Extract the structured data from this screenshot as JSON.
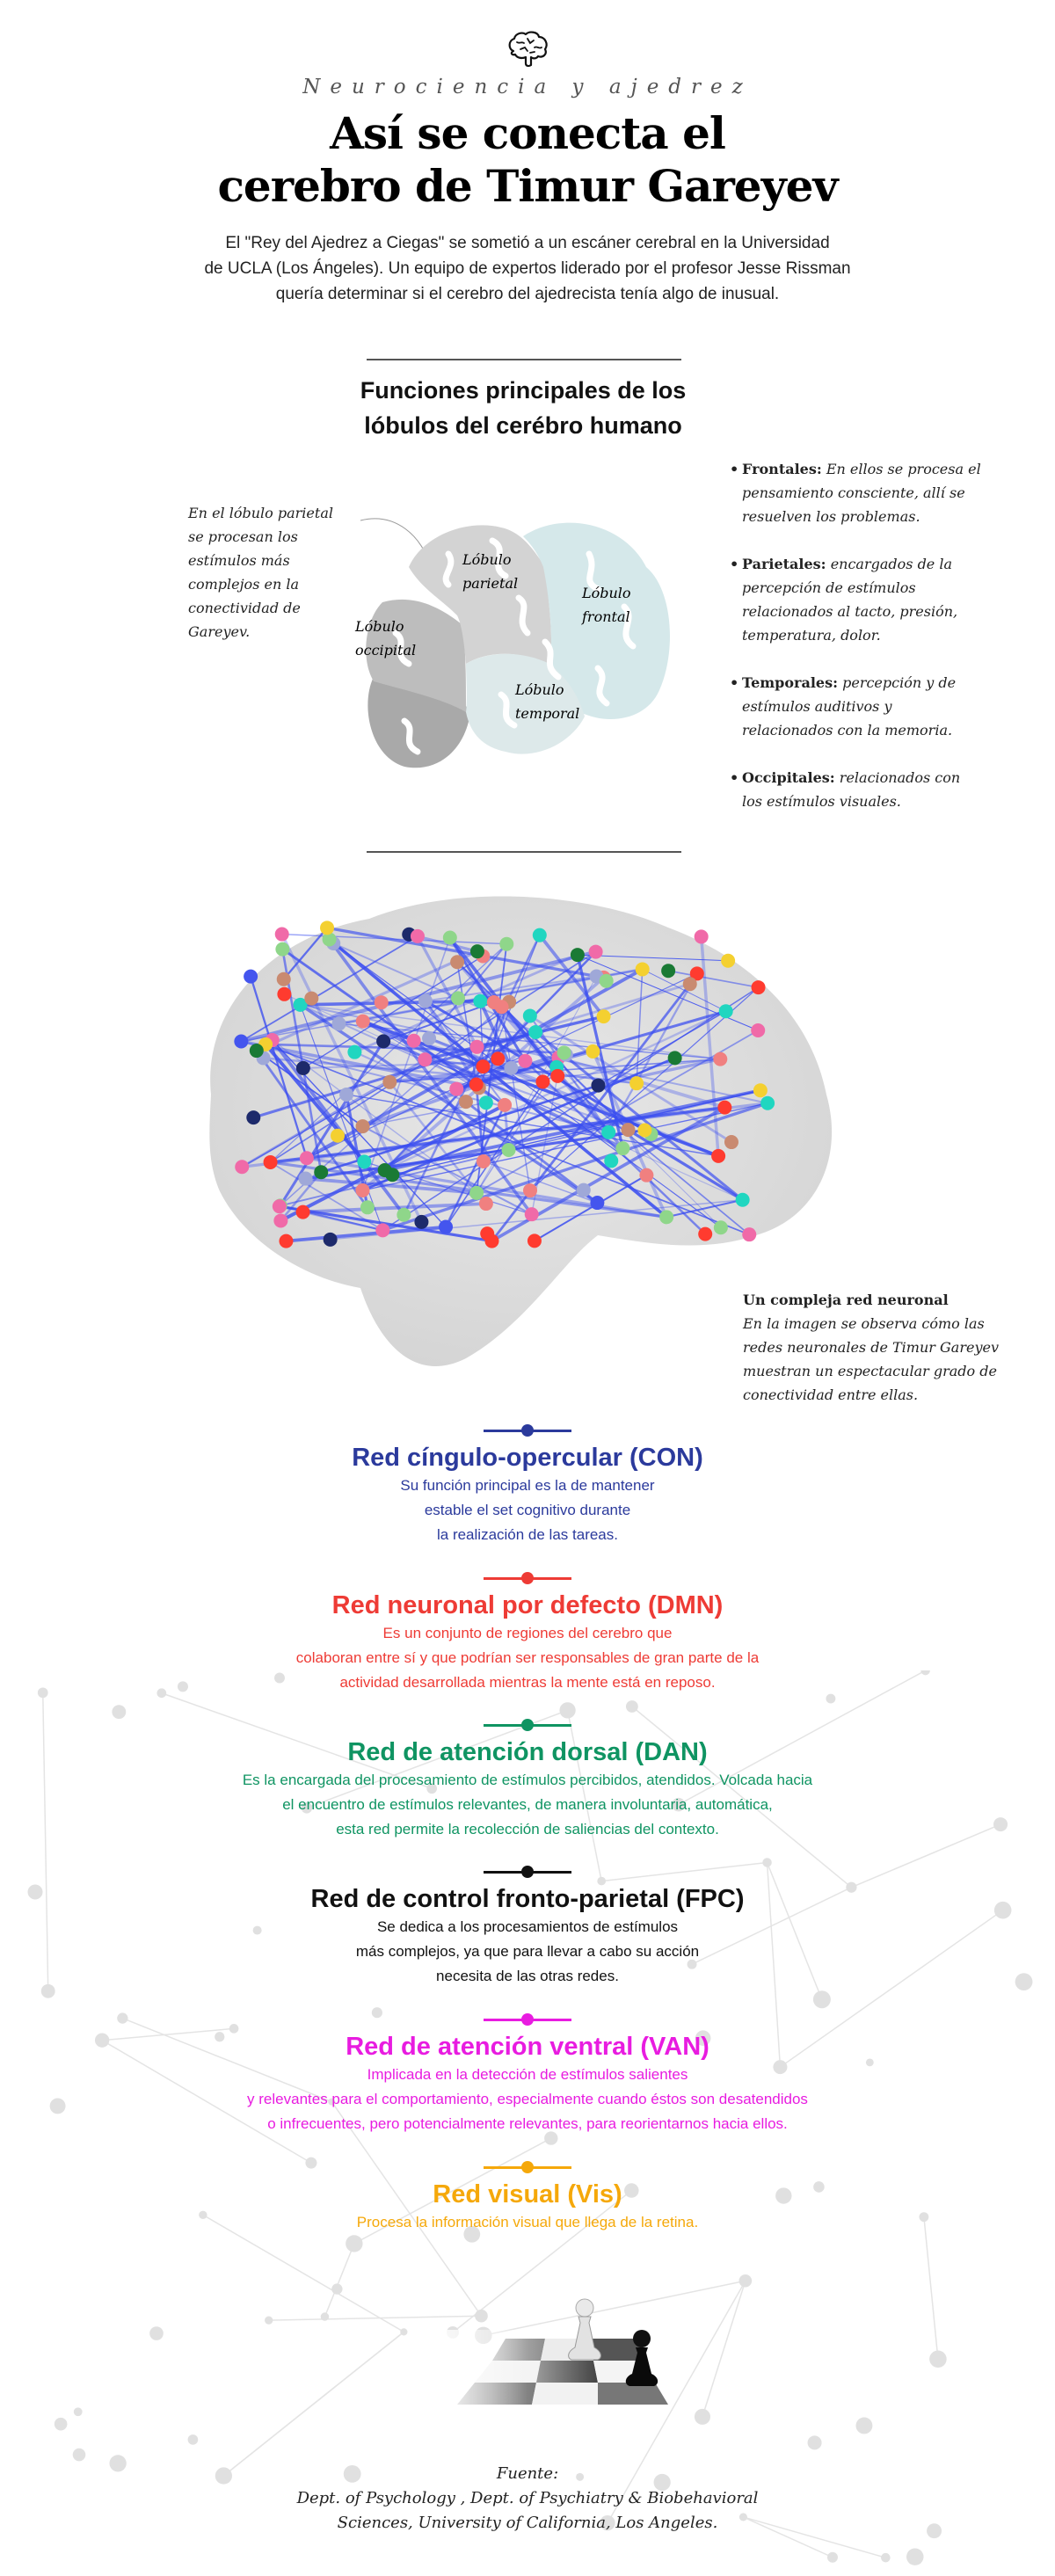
{
  "header": {
    "icon": "brain-icon",
    "kicker": "Neurociencia y ajedrez",
    "title_line1": "Así se conecta el",
    "title_line2": "cerebro de Timur Gareyev",
    "intro_line1": "El \"Rey del Ajedrez a Ciegas\" se sometió a un escáner cerebral en la Universidad",
    "intro_line2": "de UCLA (Los Ángeles). Un equipo de expertos liderado por el profesor Jesse Rissman",
    "intro_line3": "quería determinar si el cerebro del ajedrecista tenía algo de inusual."
  },
  "lobes_section": {
    "title_line1": "Funciones principales de los",
    "title_line2": "lóbulos del cerébro humano",
    "side_note": [
      "En el lóbulo parietal",
      "se procesan los",
      "estímulos más",
      "complejos en la",
      "conectividad de",
      "Gareyev."
    ],
    "diagram_labels": {
      "parietal": [
        "Lóbulo",
        "parietal"
      ],
      "frontal": [
        "Lóbulo",
        "frontal"
      ],
      "occipital": [
        "Lóbulo",
        "occipital"
      ],
      "temporal": [
        "Lóbulo",
        "temporal"
      ]
    },
    "diagram_colors": {
      "parietal": "#d3d3d3",
      "frontal": "#d5e8ea",
      "occipital": "#bdbdbd",
      "temporal": "#dde9ea",
      "cerebellum": "#a9a9a9"
    },
    "functions": [
      {
        "name": "Frontales:",
        "text": "En ellos se procesa el pensamiento consciente, allí se resuelven los problemas."
      },
      {
        "name": "Parietales:",
        "text": "encargados de la percepción de estímulos relacionados al tacto, presión, temperatura, dolor."
      },
      {
        "name": "Temporales:",
        "text": "percepción y de estímulos auditivos y relacionados con la memoria."
      },
      {
        "name": "Occipitales:",
        "text": "relacionados con los estímulos visuales."
      }
    ]
  },
  "network_image": {
    "caption_title": "Un compleja red neuronal",
    "caption_text": "En la imagen se observa cómo las redes neuronales de Timur Gareyev muestran un espectacular grado de conectividad entre ellas."
  },
  "networks": [
    {
      "title": "Red cíngulo-opercular (CON)",
      "color": "#2b3a9c",
      "lines": [
        "Su función principal es la de mantener",
        "estable el set cognitivo durante",
        "la realización de las tareas."
      ]
    },
    {
      "title": "Red neuronal por defecto (DMN)",
      "color": "#ee3b35",
      "lines": [
        "Es un conjunto de regiones del cerebro que",
        "colaboran entre sí y que podrían ser responsables de gran parte de la",
        "actividad desarrollada mientras la mente está en reposo."
      ]
    },
    {
      "title": "Red de atención dorsal (DAN)",
      "color": "#0f9462",
      "lines": [
        "Es la encargada del procesamiento de estímulos percibidos, atendidos. Volcada hacia",
        "el encuentro de estímulos relevantes, de manera involuntaria, automática,",
        "esta red permite la recolección de saliencias del contexto."
      ]
    },
    {
      "title": "Red de control fronto-parietal (FPC)",
      "color": "#111111",
      "lines": [
        "Se dedica a los procesamientos de estímulos",
        "más complejos, ya que para llevar a cabo su acción",
        "necesita de las otras redes."
      ]
    },
    {
      "title": "Red de atención ventral (VAN)",
      "color": "#e81ce0",
      "lines": [
        "Implicada en la detección de estímulos salientes",
        "y relevantes para el comportamiento, especialmente cuando éstos son desatendidos",
        "o infrecuentes, pero potencialmente relevantes, para reorientarnos hacia ellos."
      ]
    },
    {
      "title": "Red visual (Vis)",
      "color": "#f5a80a",
      "lines": [
        "Procesa la información visual que llega de la retina."
      ]
    }
  ],
  "footer": {
    "illustration": "chess-board-pawns",
    "source_label": "Fuente:",
    "source_line1": "Dept. of Psychology , Dept. of Psychiatry & Biobehavioral",
    "source_line2": "Sciences, University of California, Los Angeles."
  }
}
